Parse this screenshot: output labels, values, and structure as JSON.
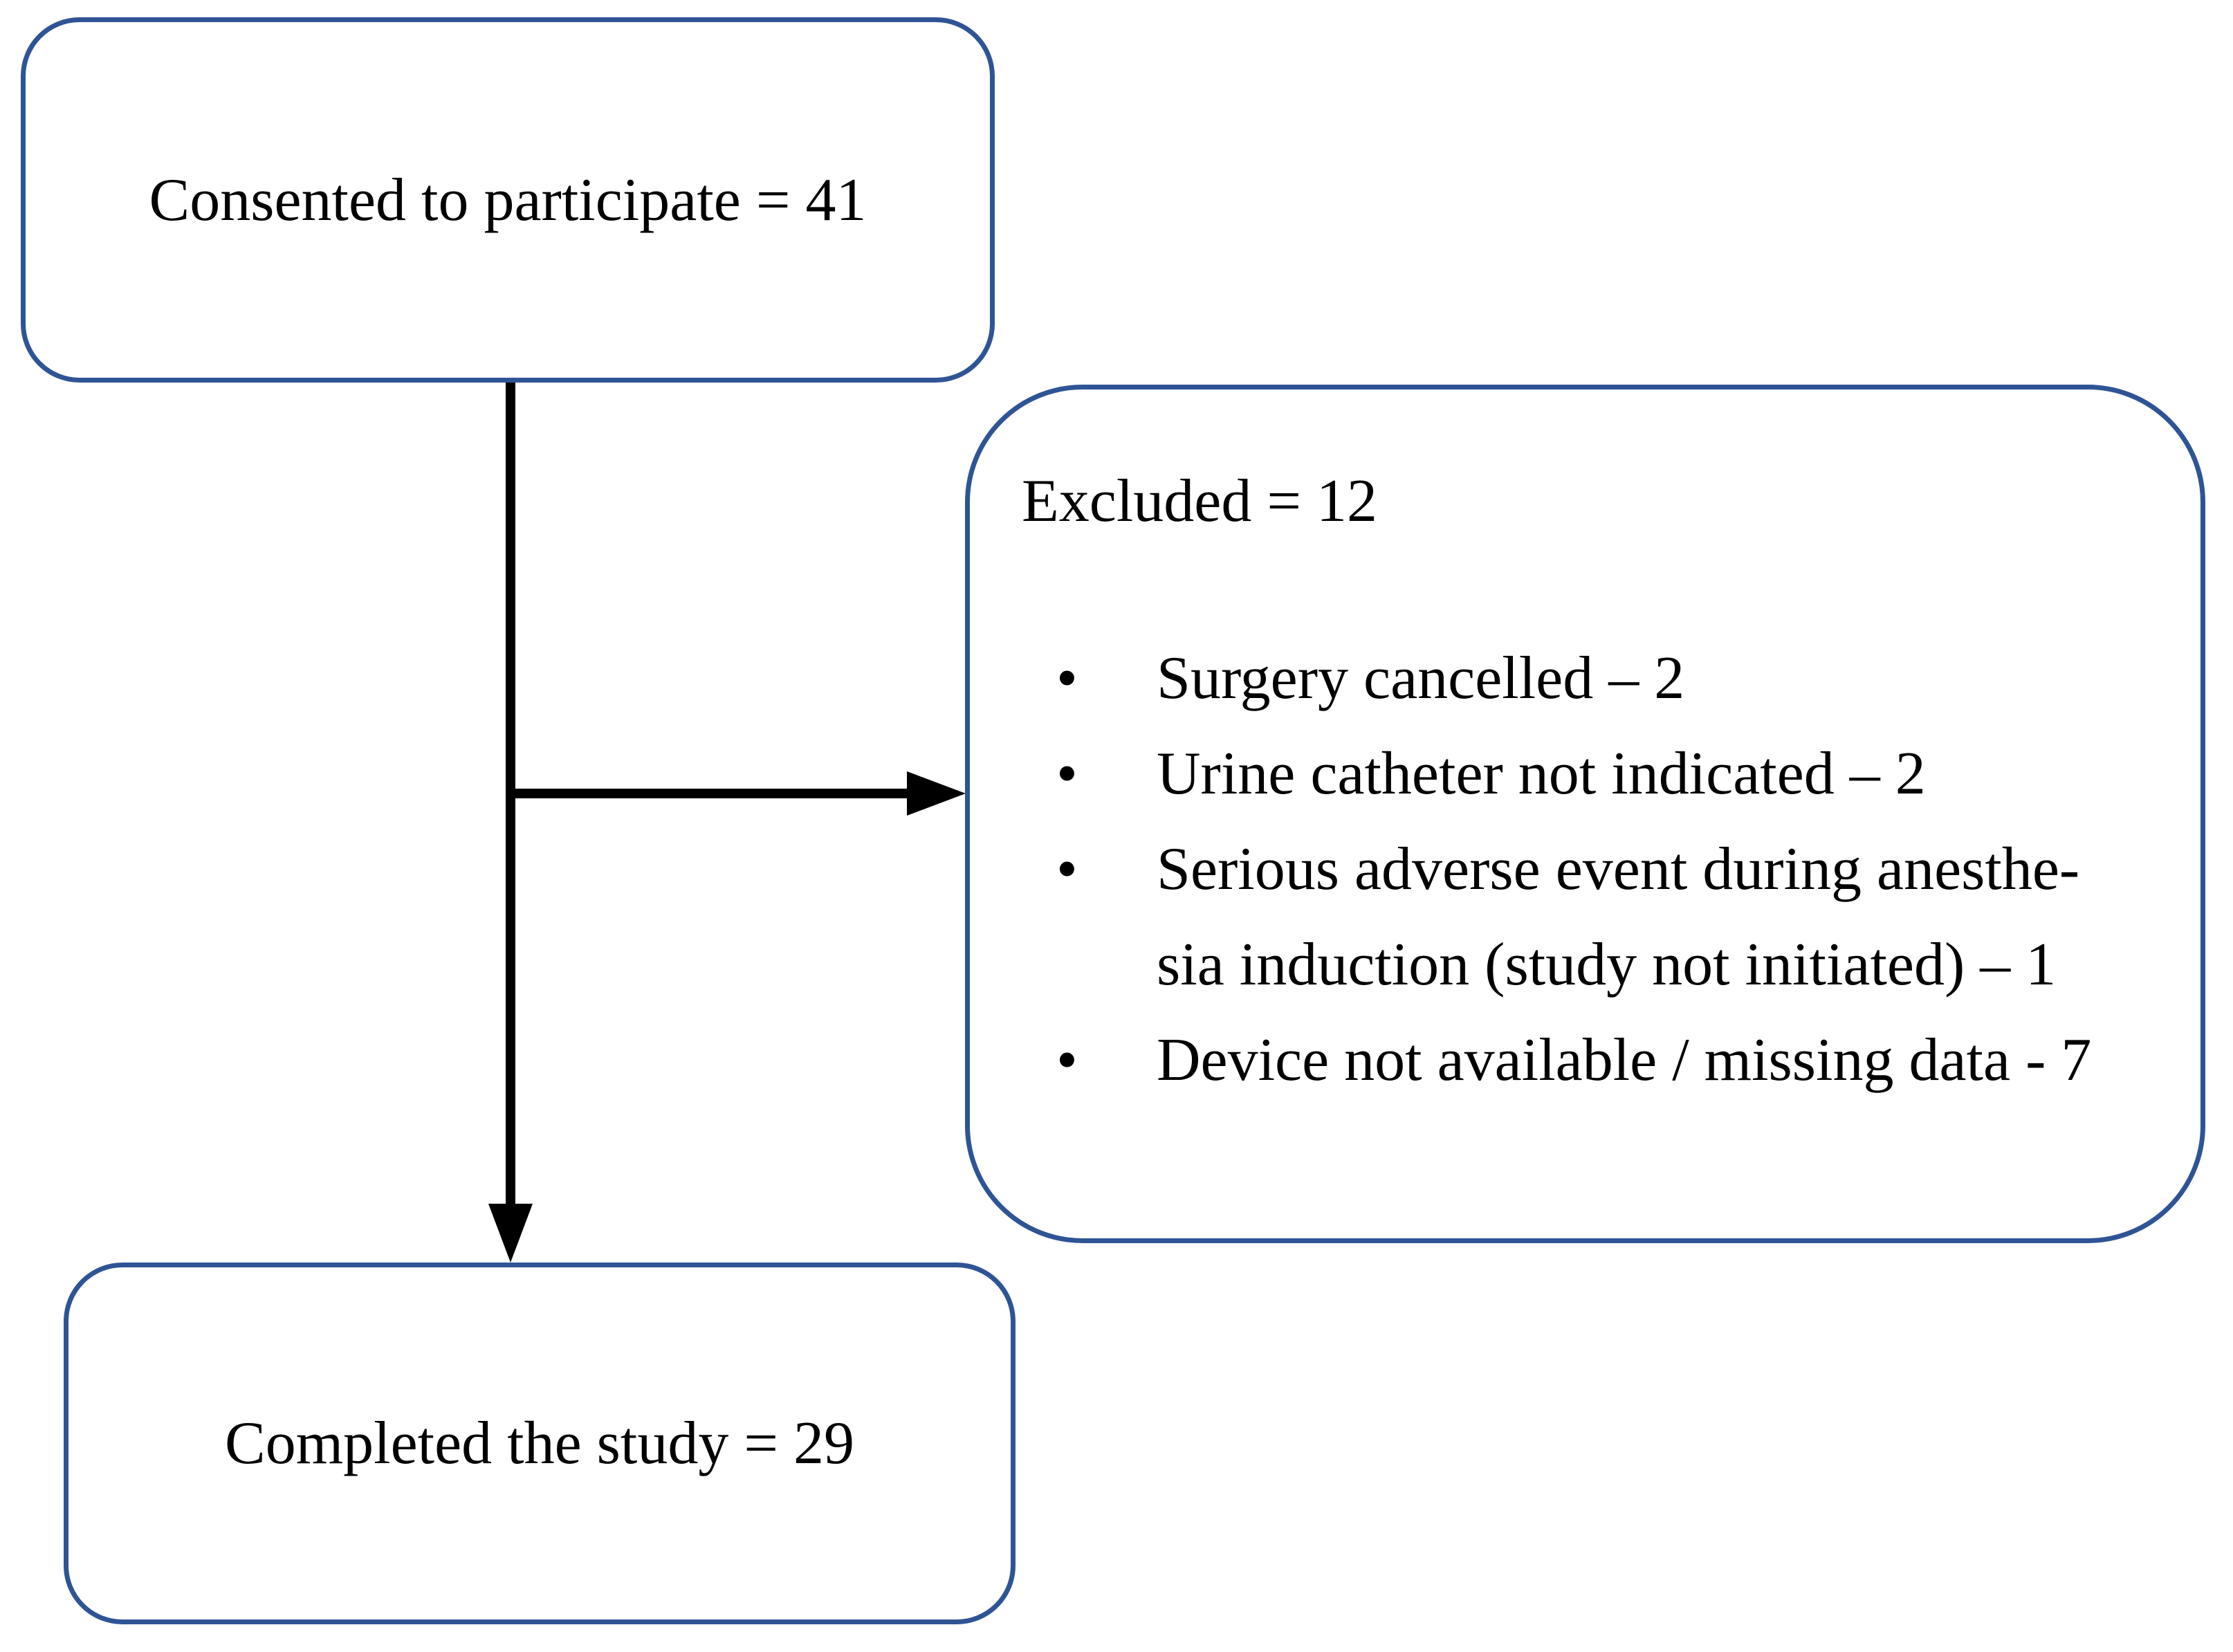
{
  "colors": {
    "box_border": "#2F5496",
    "arrow": "#000000"
  },
  "nodes": {
    "consented": {
      "label": "Consented to participate = 41"
    },
    "excluded": {
      "title": "Excluded = 12",
      "bullet_glyph": "•",
      "items": [
        "Surgery cancelled – 2",
        "Urine catheter not indicated – 2",
        "Serious adverse event during anesthe-\nsia induction (study not initiated) – 1",
        "Device not available / missing data - 7"
      ]
    },
    "completed": {
      "label": "Completed the study = 29"
    }
  }
}
